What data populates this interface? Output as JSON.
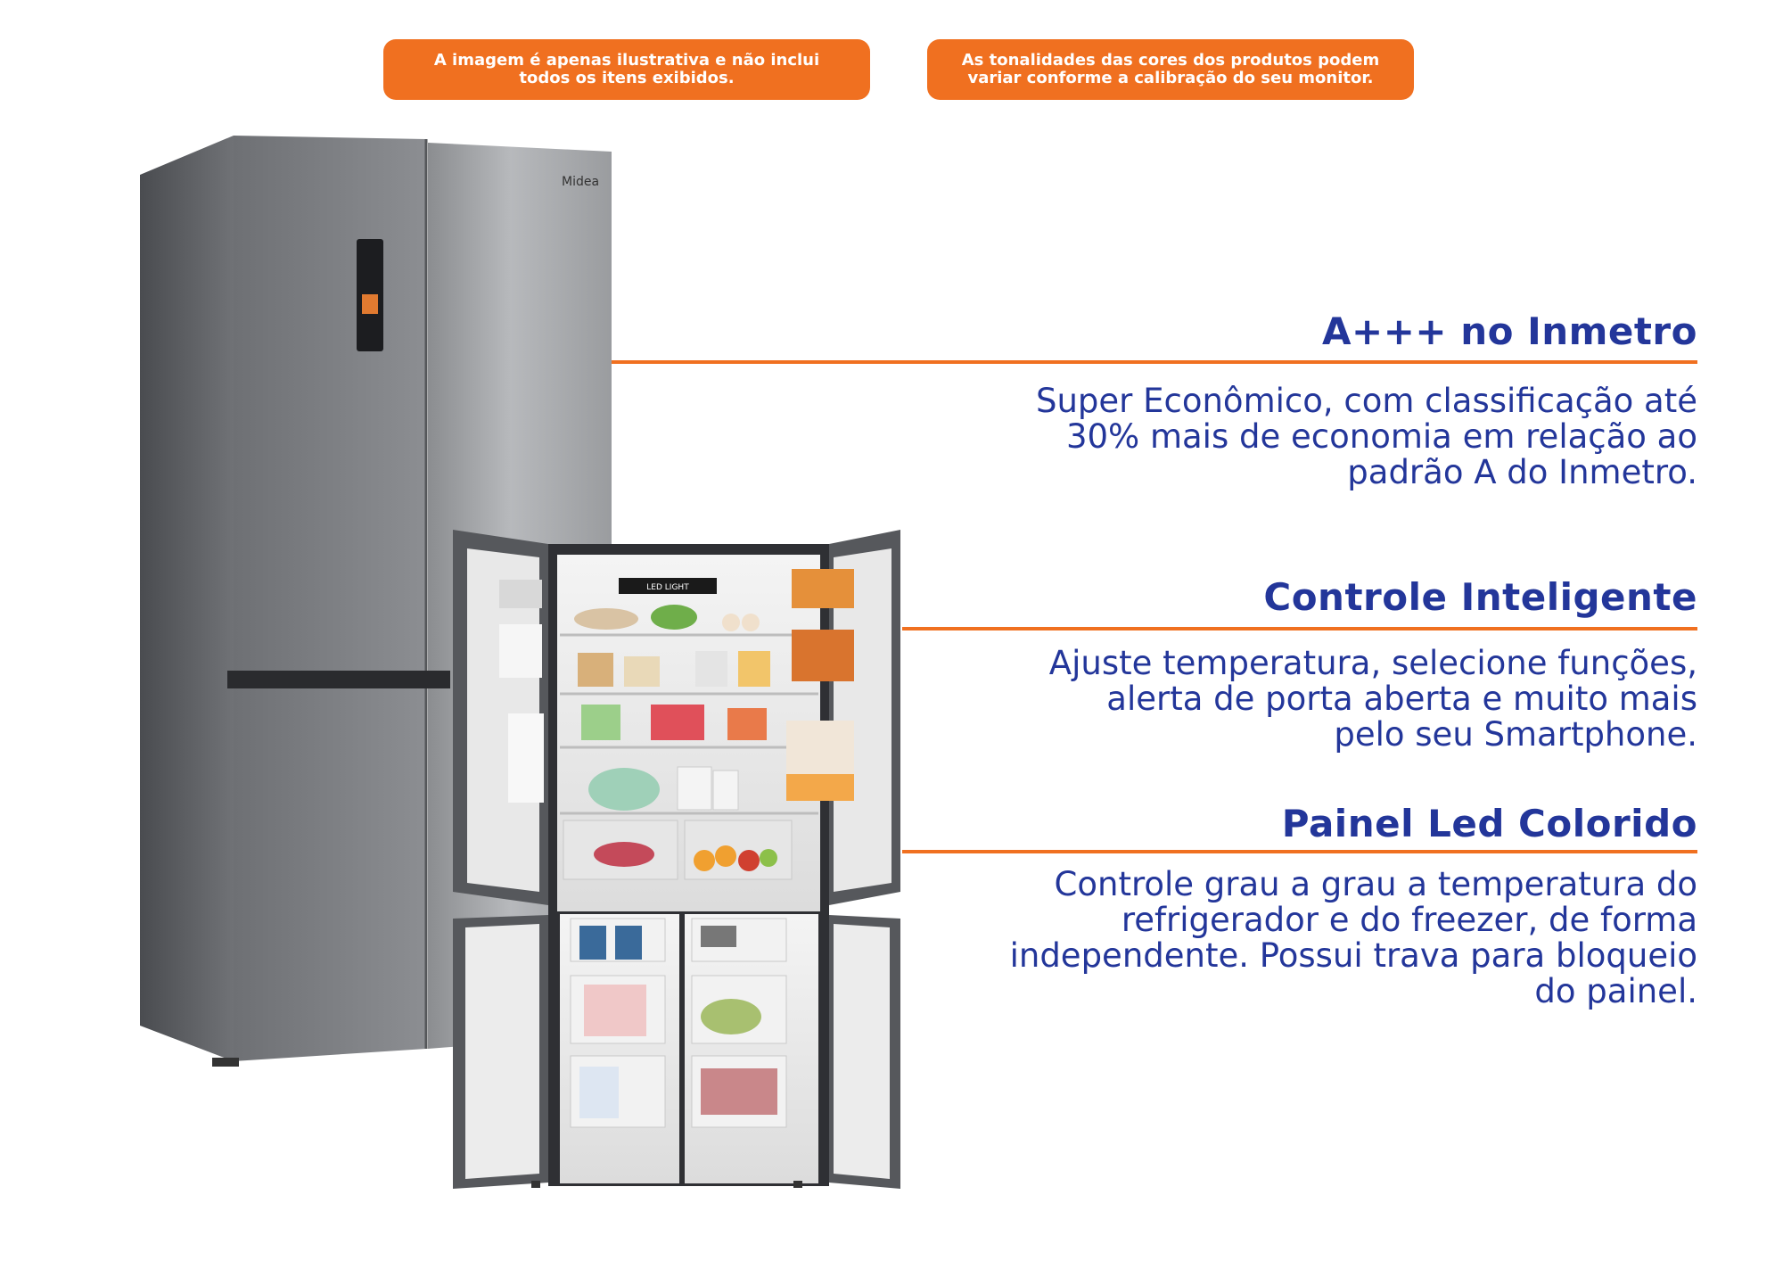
{
  "notices": [
    {
      "line1": "A imagem é apenas ilustrativa e não inclui",
      "line2": "todos os itens exibidos."
    },
    {
      "line1": "As tonalidades das cores dos produtos podem",
      "line2": "variar conforme a calibração do seu monitor."
    }
  ],
  "product": {
    "brand_logo": "Midea",
    "interior_label": "LED LIGHT"
  },
  "features": [
    {
      "title": "A+++ no Inmetro",
      "description": "Super Econômico, com classificação até 30% mais de economia em relação ao padrão A do Inmetro."
    },
    {
      "title": "Controle Inteligente",
      "description": "Ajuste temperatura, selecione funções, alerta de porta aberta e muito mais pelo seu Smartphone."
    },
    {
      "title": "Painel Led Colorido",
      "description": "Controle grau a grau a temperatura do refrigerador e do freezer, de forma independente. Possui trava para bloqueio do painel."
    }
  ],
  "colors": {
    "accent": "#f07020",
    "text": "#23369a"
  }
}
